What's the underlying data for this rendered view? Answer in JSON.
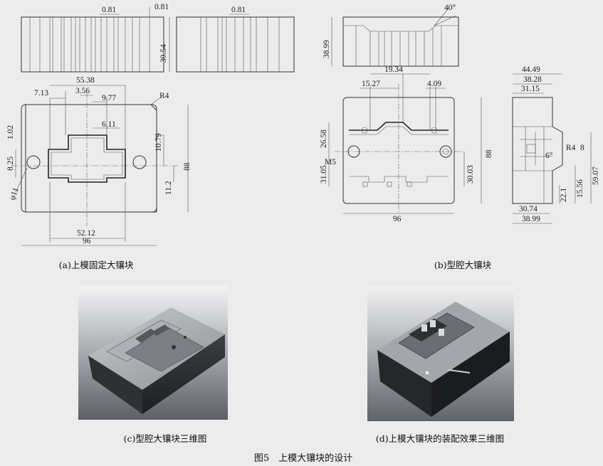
{
  "views": {
    "a": {
      "caption": "(a)上模固定大镶块",
      "dims": {
        "top_w1": "0.81",
        "top_w2": "0.81",
        "top_w3": "0.81",
        "top_h": "39.54",
        "w_55": "55.38",
        "w_713": "7.13",
        "w_356": "3.56",
        "w_977": "9.77",
        "w_611": "6.11",
        "r4": "R4",
        "v_102": "1.02",
        "v_825": "8.25",
        "dia": "φ11",
        "v_1079": "10.79",
        "v_112": "11.2",
        "v_88": "88",
        "w_5212": "52.12",
        "w_96": "96"
      }
    },
    "b": {
      "caption": "(b)型腔大镶块",
      "dims": {
        "top_h": "38.99",
        "angle": "40°",
        "w_1934": "19.34",
        "w_1527": "15.27",
        "w_409": "4.09",
        "v_2658": "26.58",
        "m5": "M5",
        "v_3105": "31.05",
        "v_3003": "30.03",
        "v_88": "88",
        "w_96": "96",
        "s_4449": "44.49",
        "s_3828": "38.28",
        "s_3115": "31.15",
        "s_r4": "R4",
        "s_8": "8",
        "s_6": "6°",
        "s_5907": "59.07",
        "s_1556": "15.56",
        "s_221": "22.1",
        "s_3074": "30.74",
        "s_3899": "38.99"
      }
    },
    "c": {
      "caption": "(c)型腔大镶块三维图"
    },
    "d": {
      "caption": "(d)上模大镶块的装配效果三维图"
    },
    "figure_caption": "图5　上模大镶块的设计",
    "colors": {
      "background": "#edeced",
      "line": "#333333",
      "render_bg": "#7f8288"
    }
  }
}
